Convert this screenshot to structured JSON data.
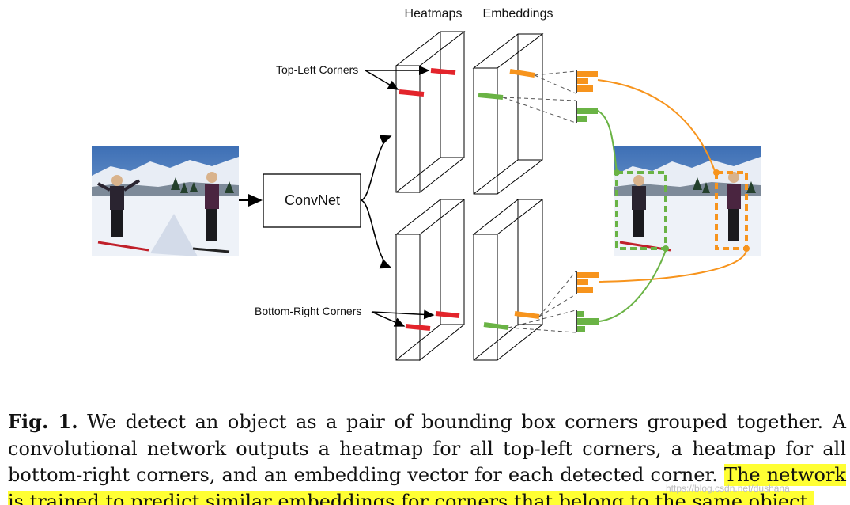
{
  "figure": {
    "column_heatmaps": "Heatmaps",
    "column_embeddings": "Embeddings",
    "label_top_left": "Top-Left Corners",
    "label_bottom_right": "Bottom-Right Corners",
    "convnet_label": "ConvNet",
    "colors": {
      "heatmap_mark": "#e3242b",
      "embedding_orange": "#f7941d",
      "embedding_green": "#6ab345",
      "sky": "#5f8fc9",
      "snow": "#eef2f8"
    }
  },
  "caption": {
    "fig_label": "Fig. 1.",
    "text_plain": " We detect an object as a pair of bounding box corners grouped together. A convolutional network outputs a heatmap for all top-left corners, a heatmap for all bottom-right corners, and an embedding vector for each detected corner.",
    "text_highlight": "The network is trained to predict similar embeddings for corners that belong to the same object."
  },
  "watermark": "https://blog.csdn.net/dushana"
}
